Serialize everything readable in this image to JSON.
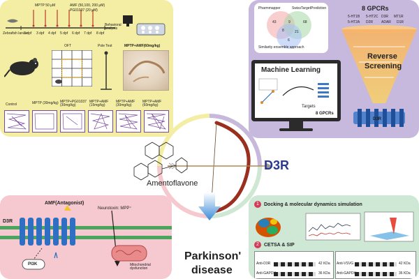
{
  "center": {
    "target_label": "D3R",
    "compound_label": "Amentoflavone",
    "disease_label_line1": "Parkinson'",
    "disease_label_line2": "disease"
  },
  "top_left": {
    "timeline_top": [
      "MPTP 50 μM",
      "AMF (50,100, 200 μM)",
      "PG01037 (20 μM)"
    ],
    "timeline_bottom": [
      "Zebrafish larvae",
      "2 dpf",
      "3 dpf",
      "4 dpf",
      "5 dpf",
      "6 dpf",
      "7 dpf",
      "8 dpf",
      "Behavioral analysis"
    ],
    "oft_label": "OFT",
    "pole_label": "Pole Test",
    "histo_label": "MPTP+AMF(60mg/kg)",
    "groups": [
      "Control",
      "MPTP (30mg/kg)",
      "MPTP+PG01037 (30mg/kg)",
      "MPTP+AMF (15mg/kg)",
      "MPTP+AMF (30mg/kg)",
      "MPTP+AMF (60mg/kg)"
    ]
  },
  "top_right": {
    "venn_labels": [
      "Pharmmapper",
      "SwissTargetPrediction",
      "Similarity ensemble approach"
    ],
    "venn_numbers": [
      "43",
      "68",
      "9",
      "8",
      "21",
      "6"
    ],
    "ml_title": "Machine Learning",
    "ml_targets": "Targets",
    "ml_count": "8 GPCRs",
    "funnel_title": "8 GPCRs",
    "receptors": [
      "5-HT1B",
      "5-HT2C",
      "D3R",
      "MT1R",
      "5-HT2A",
      "D2R",
      "ADAR",
      "D1R"
    ],
    "funnel_label1": "Reverse",
    "funnel_label2": "Screening",
    "funnel_bottom": "D3R"
  },
  "bottom_left": {
    "title": "AMF(Antagonist)",
    "receptor": "D3R",
    "neurotoxin": "Neurotoxin: MPP⁺",
    "pathway": "PI3K",
    "mito": "Mitochondrial dysfunction"
  },
  "bottom_right": {
    "step1_num": "1",
    "step1": "Docking & molecular dynamics simulation",
    "step2_num": "2",
    "step2": "CETSA & SIP",
    "blot_left": [
      "Anti-D3R",
      "Anti-GAPDH"
    ],
    "kda_left": [
      "42 KDa",
      "36 KDa"
    ],
    "blot_right": [
      "Anti-VSVG",
      "Anti-GAPDH"
    ],
    "kda_right": [
      "42 KDa",
      "36 KDa"
    ]
  }
}
